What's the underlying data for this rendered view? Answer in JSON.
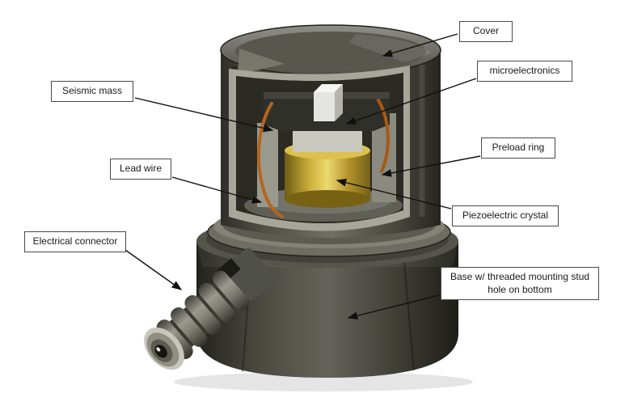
{
  "diagram": {
    "labels": [
      {
        "id": "cover",
        "text": "Cover"
      },
      {
        "id": "microelectronics",
        "text": "microelectronics"
      },
      {
        "id": "seismic-mass",
        "text": "Seismic mass"
      },
      {
        "id": "preload-ring",
        "text": "Preload ring"
      },
      {
        "id": "lead-wire",
        "text": "Lead wire"
      },
      {
        "id": "piezoelectric-crystal",
        "text": "Piezoelectric crystal"
      },
      {
        "id": "electrical-connector",
        "text": "Electrical connector"
      },
      {
        "id": "base",
        "text": "Base w/ threaded mounting stud hole on bottom"
      }
    ],
    "colors": {
      "housing_dark": "#3f3f37",
      "housing_mid": "#6b6b60",
      "housing_light": "#a6a69a",
      "crystal_gold": "#c7a42e",
      "wire_copper": "#b4651e",
      "label_border": "#4a4a4a",
      "arrow": "#101010",
      "background": "#ffffff"
    }
  }
}
